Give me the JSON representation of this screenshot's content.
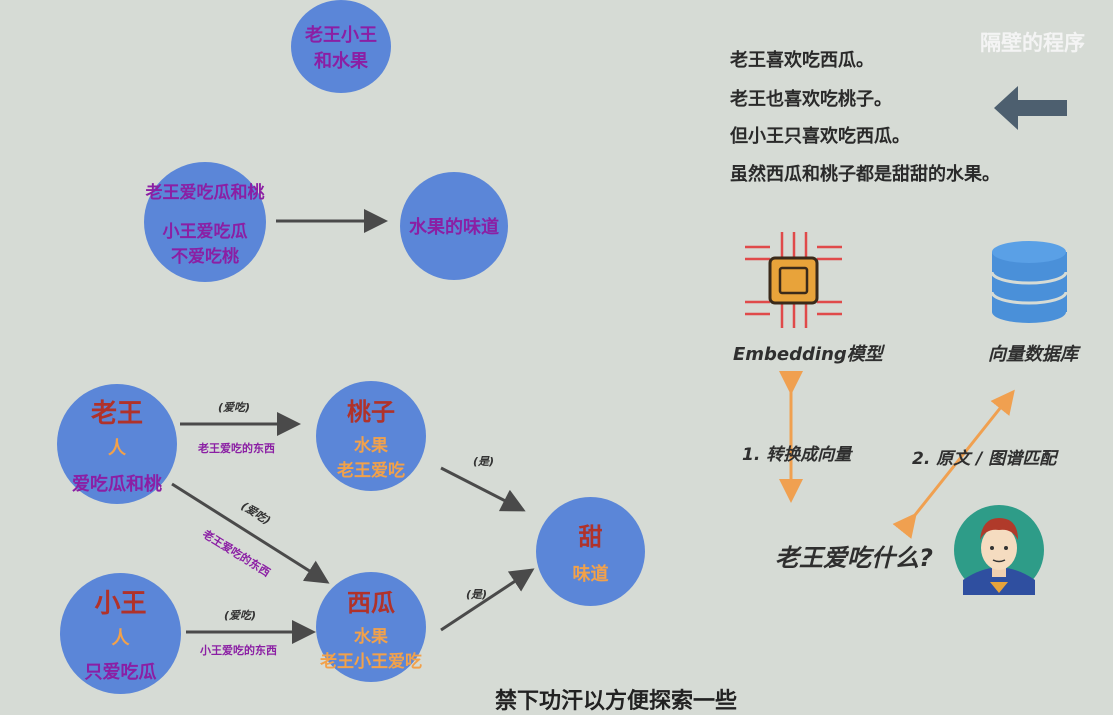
{
  "top_graph": {
    "node_top": {
      "line1": "老王小王",
      "line2": "和水果"
    },
    "node_left": {
      "line1": "老王爱吃瓜和桃",
      "line2": "小王爱吃瓜",
      "line3": "不爱吃桃"
    },
    "node_right": {
      "label": "水果的味道"
    }
  },
  "kg": {
    "laowang": {
      "name": "老王",
      "type": "人",
      "desc": "爱吃瓜和桃"
    },
    "xiaowang": {
      "name": "小王",
      "type": "人",
      "desc": "只爱吃瓜"
    },
    "peach": {
      "name": "桃子",
      "type": "水果",
      "desc": "老王爱吃"
    },
    "watermelon": {
      "name": "西瓜",
      "type": "水果",
      "desc": "老王小王爱吃"
    },
    "sweet": {
      "name": "甜",
      "type": "味道"
    },
    "edges": {
      "lw_peach": {
        "rel": "(爱吃)",
        "desc": "老王爱吃的东西"
      },
      "lw_melon": {
        "rel": "(爱吃)",
        "desc": "老王爱吃的东西"
      },
      "xw_melon": {
        "rel": "(爱吃)",
        "desc": "小王爱吃的东西"
      },
      "peach_sweet": {
        "rel": "(是)"
      },
      "melon_sweet": {
        "rel": "(是)"
      }
    }
  },
  "watermark": "隔壁的程序",
  "sentences": [
    "老王喜欢吃西瓜。",
    "老王也喜欢吃桃子。",
    "但小王只喜欢吃西瓜。",
    "虽然西瓜和桃子都是甜甜的水果。"
  ],
  "right_panel": {
    "embedding_label": "Embedding模型",
    "vectordb_label": "向量数据库",
    "step1": "1. 转换成向量",
    "step2": "2. 原文 / 图谱匹配",
    "question": "老王爱吃什么?"
  },
  "bottom_partial_text": "禁下功汗以方便探索一些",
  "colors": {
    "node_fill": "#5b86d8",
    "purple": "#8b1fa4",
    "red": "#b0322a",
    "orange": "#f2a14a",
    "arrow_orange": "#f0a050",
    "db_blue": "#4a90d9",
    "chip_gold": "#e8a33a",
    "chip_red": "#e04a4a"
  },
  "icons": [
    "left-arrow-icon",
    "chip-icon",
    "database-icon",
    "user-avatar-icon"
  ]
}
